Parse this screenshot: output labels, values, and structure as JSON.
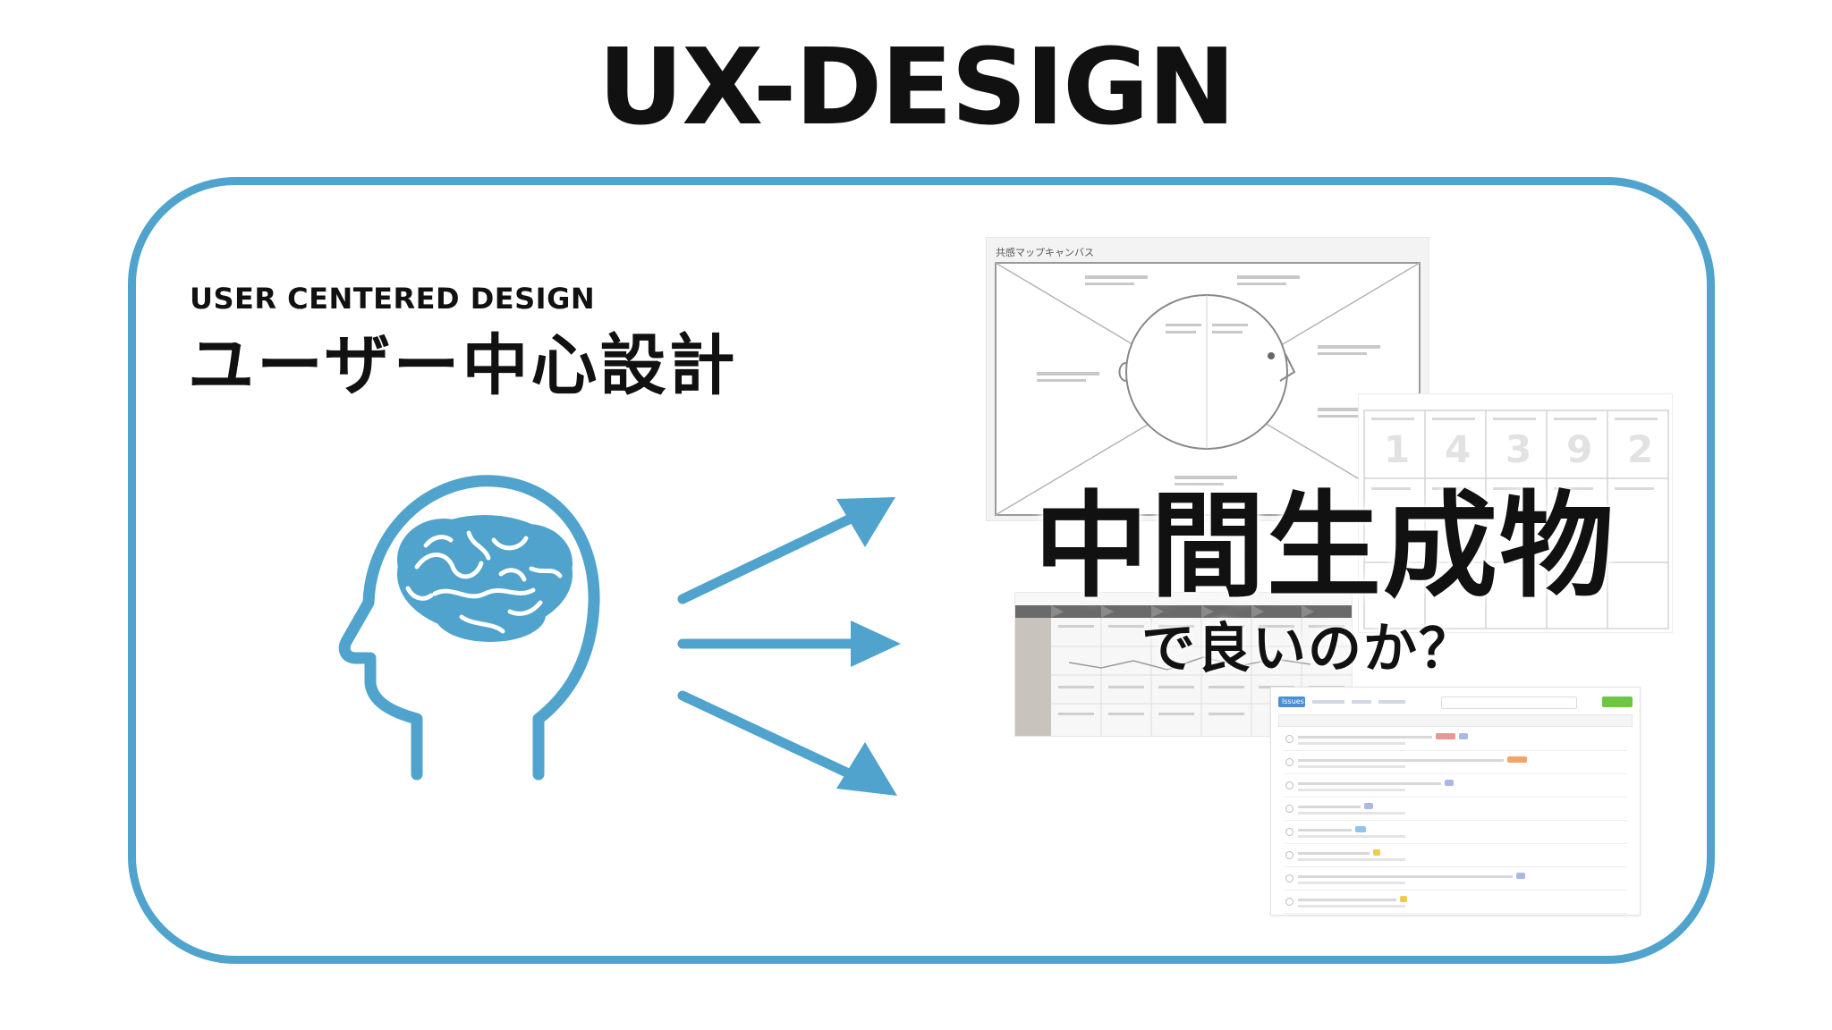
{
  "slide": {
    "title": "UX-DESIGN",
    "subtitle_en": "USER CENTERED DESIGN",
    "subtitle_ja": "ユーザー中心設計",
    "overlay_main": "中間生成物",
    "overlay_sub": "で良いのか？"
  },
  "colors": {
    "accent": "#4fa3cc",
    "text": "#111111",
    "background": "#ffffff"
  },
  "icons": {
    "head": "head-with-brain-icon",
    "arrows": "arrow-icon"
  },
  "thumbnails": {
    "empathy_map_title": "共感マップキャンバス",
    "issues_tab_active": "Issues"
  }
}
